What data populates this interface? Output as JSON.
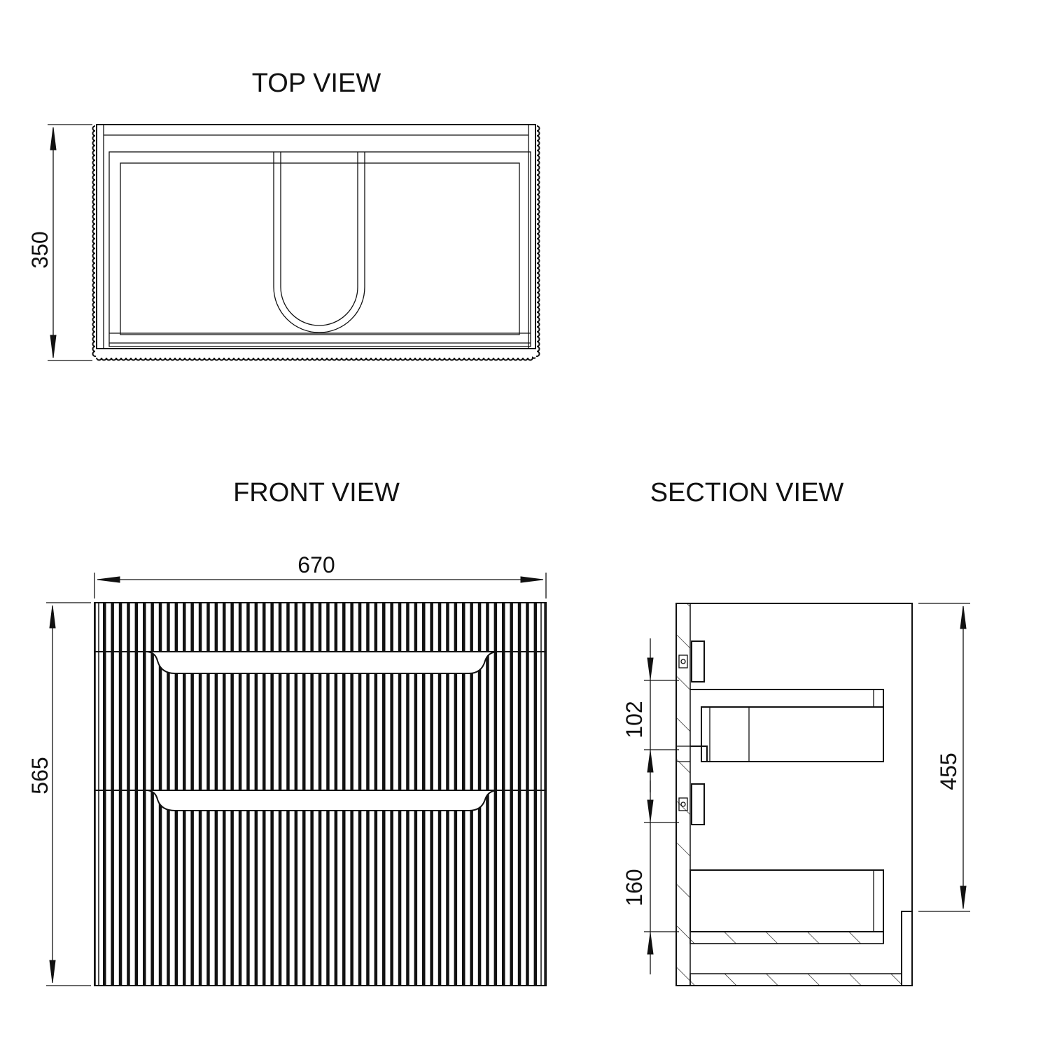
{
  "views": {
    "top": {
      "title": "TOP VIEW"
    },
    "front": {
      "title": "FRONT VIEW"
    },
    "section": {
      "title": "SECTION VIEW"
    }
  },
  "dimensions": {
    "top_depth": "350",
    "front_width": "670",
    "front_height": "565",
    "section_height": "455",
    "section_gap_upper": "102",
    "section_gap_lower": "160"
  },
  "colors": {
    "line": "#111111",
    "background": "#ffffff"
  }
}
